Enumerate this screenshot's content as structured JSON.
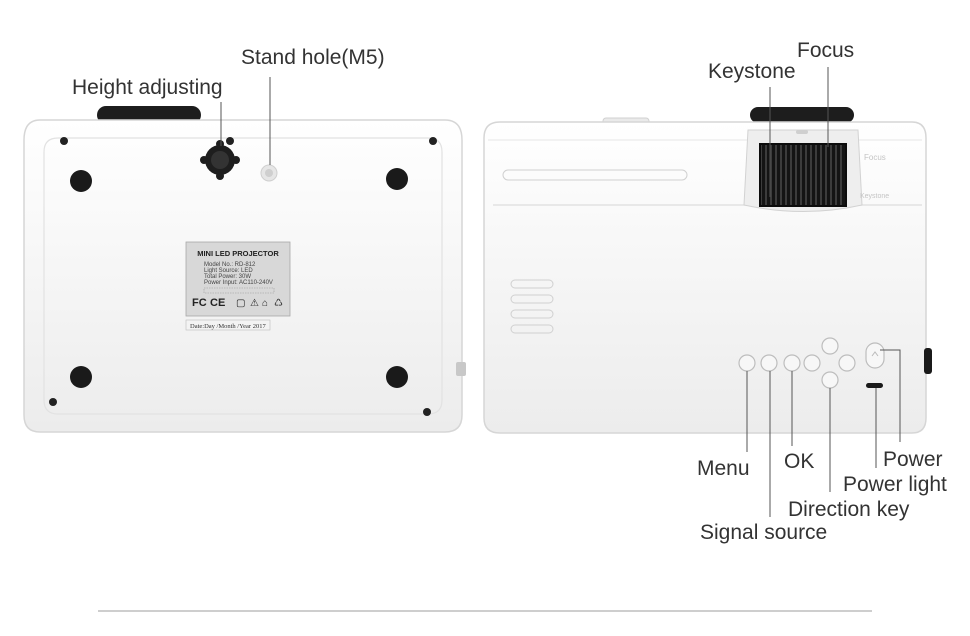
{
  "callouts": {
    "height_adjusting": "Height adjusting",
    "stand_hole": "Stand hole(M5)",
    "keystone": "Keystone",
    "focus": "Focus",
    "menu": "Menu",
    "ok": "OK",
    "power": "Power",
    "power_light": "Power light",
    "direction_key": "Direction key",
    "signal_source": "Signal source"
  },
  "product_label": {
    "title": "MINI LED PROJECTOR",
    "lines": [
      "Model No.: RD-812",
      "Light Source: LED",
      "Total Power: 30W",
      "Power Input: AC110-240V"
    ],
    "cert_marks": [
      "FC",
      "CE",
      "▢",
      "⚠",
      "⌂",
      "♺"
    ],
    "date_line": "Date:Day  /Month  /Year 2017"
  },
  "lens_text": {
    "focus_small": "Focus",
    "keystone_small": "Keystone"
  },
  "colors": {
    "body": "#f4f4f4",
    "outline": "#d6d6d6",
    "callout_text": "#333333",
    "leader_line": "#555555",
    "divider": "#bdbdbd"
  }
}
